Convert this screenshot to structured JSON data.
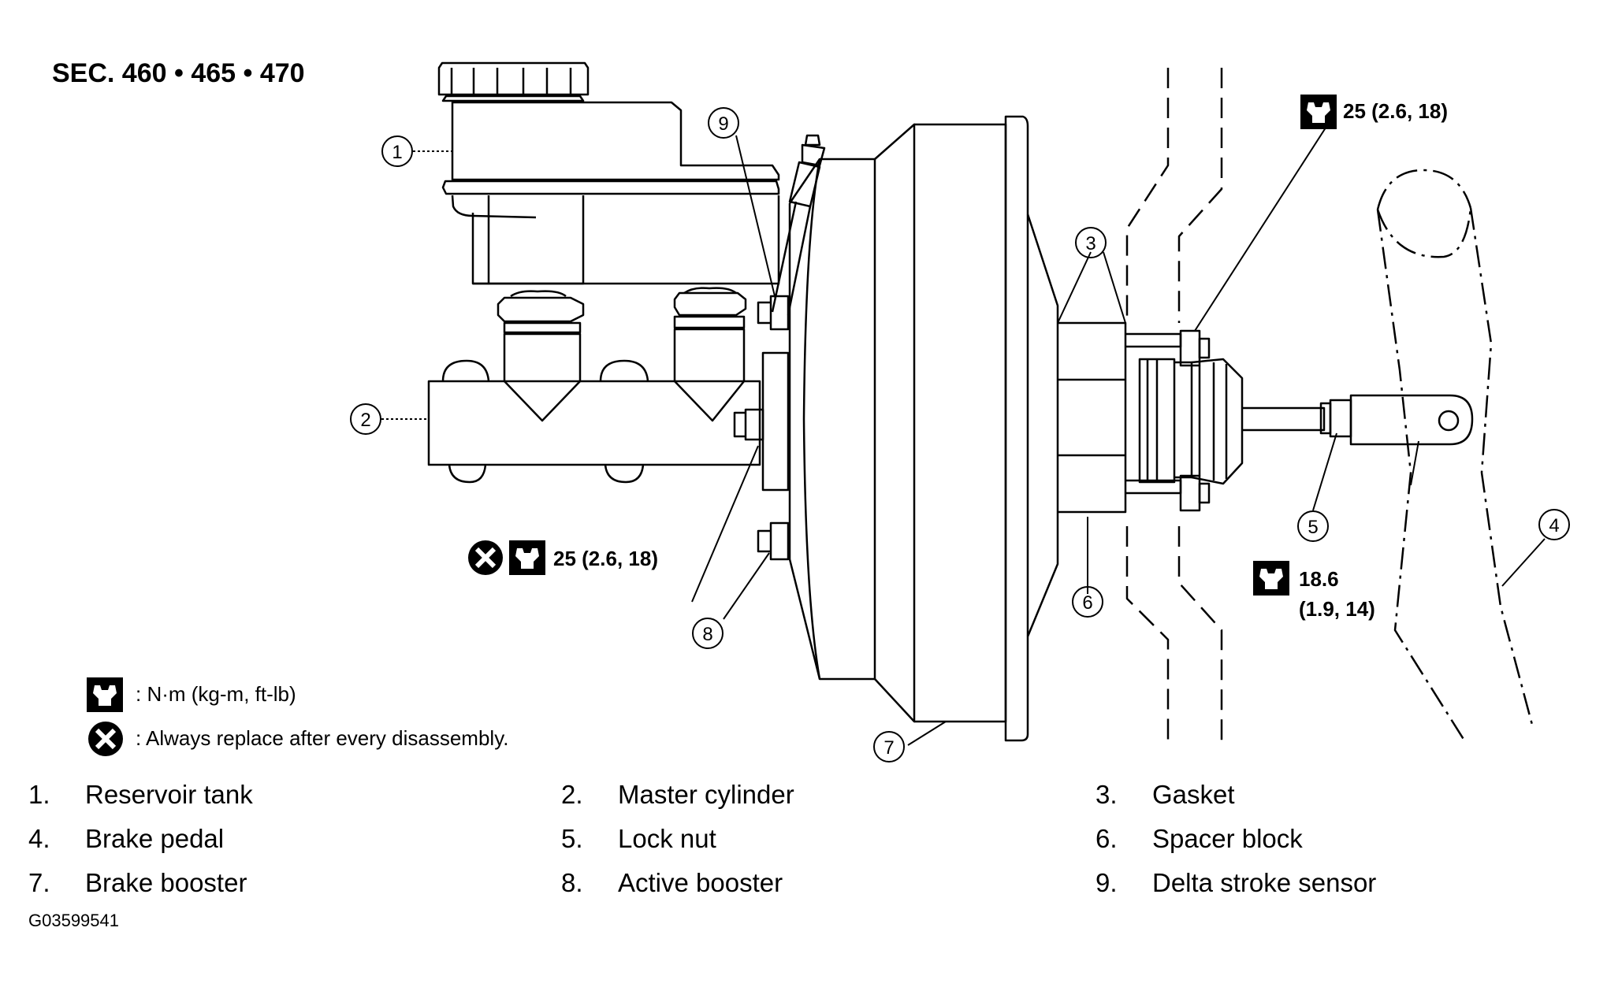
{
  "section_title": "SEC. 460 • 465 • 470",
  "callouts": {
    "c1": "1",
    "c2": "2",
    "c3": "3",
    "c4": "4",
    "c5": "5",
    "c6": "6",
    "c7": "7",
    "c8": "8",
    "c9": "9"
  },
  "torque": {
    "upper_right": "25 (2.6, 18)",
    "lower_left": "25 (2.6, 18)",
    "lock_nut_value": "18.6",
    "lock_nut_units": "(1.9, 14)"
  },
  "symbol_legend": {
    "torque_units": ": N·m (kg-m, ft-lb)",
    "replace_note": ": Always replace after every disassembly."
  },
  "parts_list": [
    {
      "num": "1.",
      "name": "Reservoir tank"
    },
    {
      "num": "2.",
      "name": "Master cylinder"
    },
    {
      "num": "3.",
      "name": "Gasket"
    },
    {
      "num": "4.",
      "name": "Brake pedal"
    },
    {
      "num": "5.",
      "name": "Lock nut"
    },
    {
      "num": "6.",
      "name": "Spacer block"
    },
    {
      "num": "7.",
      "name": "Brake booster"
    },
    {
      "num": "8.",
      "name": "Active booster"
    },
    {
      "num": "9.",
      "name": "Delta stroke sensor"
    }
  ],
  "figure_code": "G03599541",
  "icons": {
    "torque_wrench": "torque-wrench-icon",
    "replace": "replace-x-icon"
  }
}
